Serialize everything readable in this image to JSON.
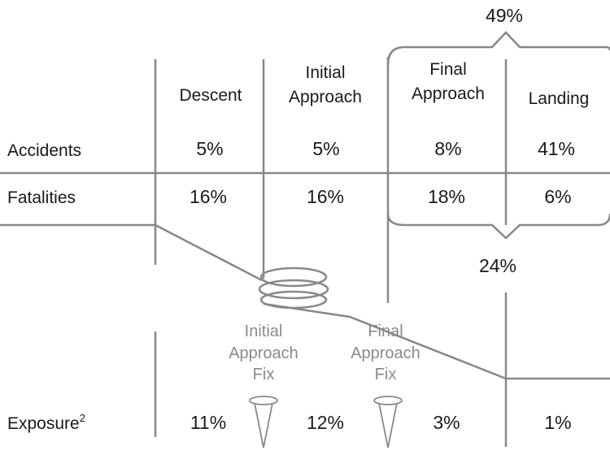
{
  "phases": [
    {
      "line1": "",
      "line2": "Descent"
    },
    {
      "line1": "Initial",
      "line2": "Approach"
    },
    {
      "line1": "Final",
      "line2": "Approach"
    },
    {
      "line1": "",
      "line2": "Landing"
    }
  ],
  "rows": {
    "accidents": {
      "label": "Accidents",
      "values": [
        "5%",
        "5%",
        "8%",
        "41%"
      ]
    },
    "fatalities": {
      "label": "Fatalities",
      "values": [
        "16%",
        "16%",
        "18%",
        "6%"
      ]
    },
    "exposure": {
      "label": "Exposure",
      "superscript": "2",
      "values": [
        "11%",
        "12%",
        "3%",
        "1%"
      ]
    }
  },
  "brackets": {
    "accidents_total": "49%",
    "fatalities_total": "24%"
  },
  "fixes": [
    {
      "line1": "Initial",
      "line2": "Approach",
      "line3": "Fix"
    },
    {
      "line1": "Final",
      "line2": "Approach",
      "line3": "Fix"
    }
  ],
  "colors": {
    "text": "#1a1a1a",
    "lines": "#888888",
    "fix_labels": "#8a8a8a"
  }
}
